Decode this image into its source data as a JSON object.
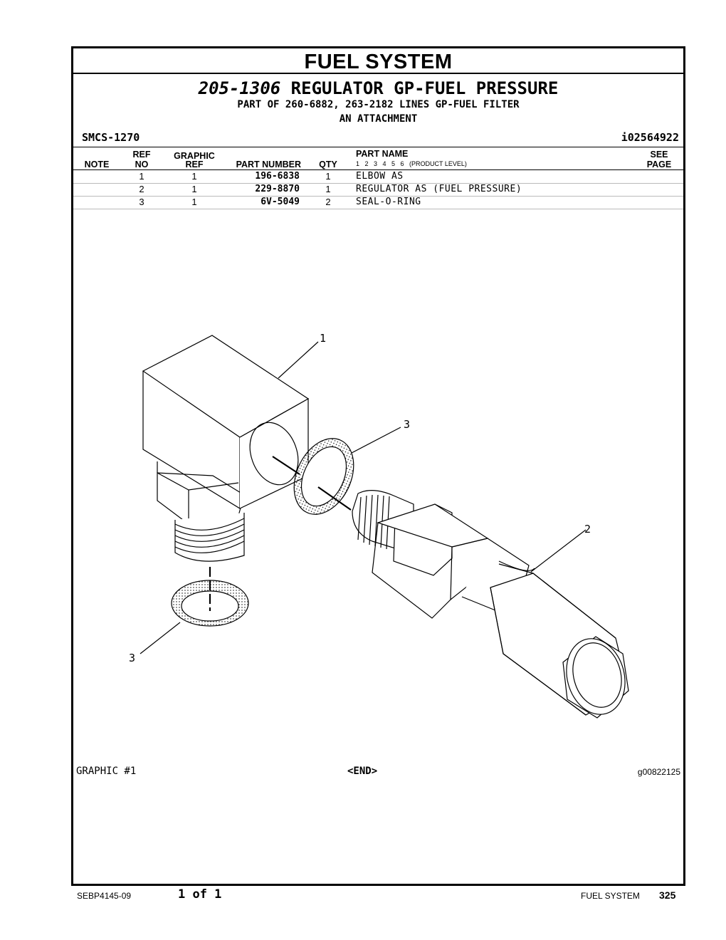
{
  "header": {
    "section_title": "FUEL SYSTEM",
    "group_number": "205-1306",
    "group_name": "REGULATOR GP-FUEL PRESSURE",
    "part_of": "PART OF 260-6882, 263-2182 LINES GP-FUEL FILTER",
    "attachment": "AN ATTACHMENT",
    "smcs": "SMCS-1270",
    "doc_id": "i02564922"
  },
  "table": {
    "columns": {
      "note": "NOTE",
      "ref_top": "REF",
      "ref_bottom": "NO",
      "graphic_top": "GRAPHIC",
      "graphic_bottom": "REF",
      "part_number": "PART NUMBER",
      "qty": "QTY",
      "part_name": "PART NAME",
      "levels": "1   2   3   4   5   6   (PRODUCT LEVEL)",
      "see_top": "SEE",
      "see_bottom": "PAGE"
    },
    "rows": [
      {
        "ref": "1",
        "graphic": "1",
        "part_number": "196-6838",
        "qty": "1",
        "name": "ELBOW AS"
      },
      {
        "ref": "2",
        "graphic": "1",
        "part_number": "229-8870",
        "qty": "1",
        "name": "REGULATOR AS (FUEL PRESSURE)"
      },
      {
        "ref": "3",
        "graphic": "1",
        "part_number": "6V-5049",
        "qty": "2",
        "name": "SEAL-O-RING"
      }
    ]
  },
  "illustration": {
    "callouts": [
      "1",
      "3",
      "2",
      "3"
    ]
  },
  "graphic_footer": {
    "label": "GRAPHIC #1",
    "end": "<END>",
    "graphic_id": "g00822125"
  },
  "page_footer": {
    "doc": "SEBP4145-09",
    "pages": "1 of 1",
    "section": "FUEL SYSTEM",
    "page_number": "325"
  }
}
